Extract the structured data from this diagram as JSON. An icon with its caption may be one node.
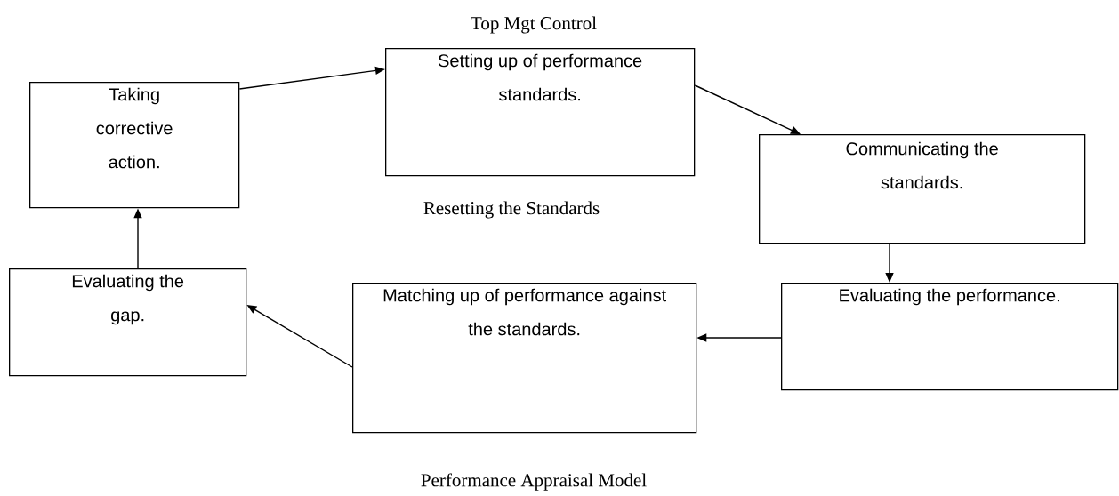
{
  "diagram": {
    "caption": "Performance Appraisal Model",
    "nodes": [
      {
        "text": [
          "Taking corrective action."
        ]
      },
      {
        "text": [
          "Setting up of performance standards."
        ]
      },
      {
        "text": [
          "Communicating the standards."
        ]
      },
      {
        "text": [
          "Evaluating the performance."
        ]
      },
      {
        "text": [
          "Matching up of performance against the standards."
        ]
      },
      {
        "text": [
          "Evaluating the gap."
        ]
      }
    ],
    "edges": [
      {
        "from": 0,
        "to": 1,
        "arrow": "to"
      },
      {
        "from": 1,
        "to": 2,
        "arrow": "to"
      },
      {
        "from": 2,
        "to": 3,
        "arrow": "to"
      },
      {
        "from": 3,
        "to": 4,
        "arrow": "to"
      },
      {
        "from": 4,
        "to": 5,
        "arrow": "to"
      },
      {
        "from": 5,
        "to": 0,
        "arrow": "to"
      }
    ],
    "labels": [
      "Top Mgt Control",
      "Resetting the Standards"
    ]
  }
}
